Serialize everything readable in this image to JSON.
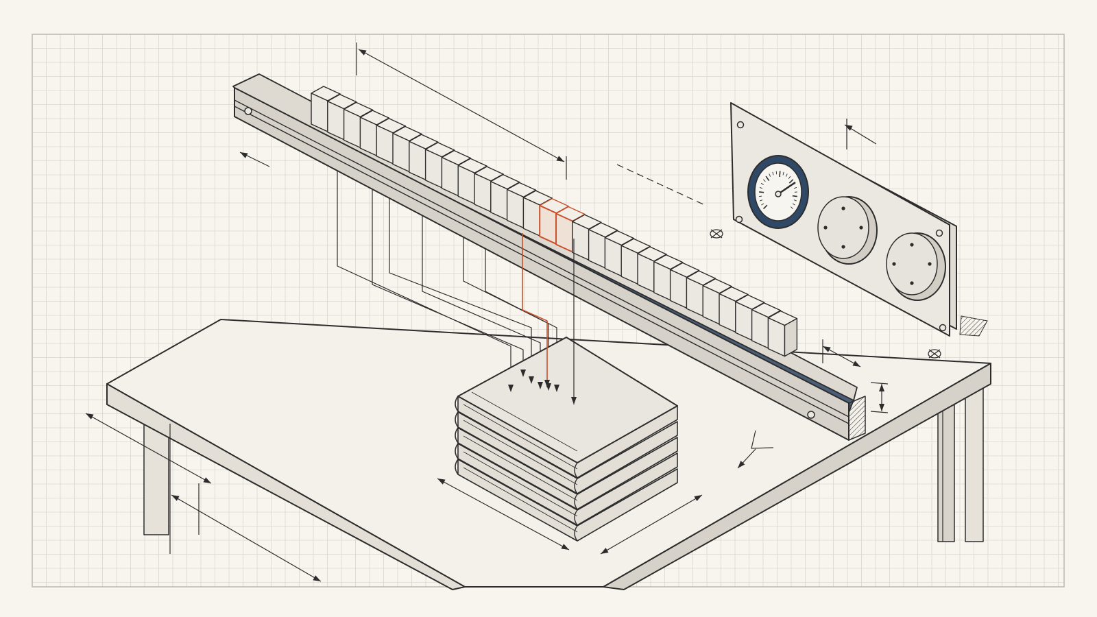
{
  "diagram": {
    "style": "isometric technical line drawing on grid paper",
    "colors": {
      "paper": "#f8f5ee",
      "grid": "#d9d6cf",
      "ink": "#2c2c2c",
      "fill_light": "#ebe8e1",
      "fill_shade": "#d8d4cb",
      "rail_channel": "#4a5e78",
      "highlight": "#c8502a",
      "gauge_ring": "#2f4866"
    },
    "labels": [],
    "components": {
      "rail": {
        "slot_count": 29,
        "highlighted_slots": [
          14,
          15
        ]
      },
      "stack": {
        "layer_count": 5
      },
      "panel": {
        "gauge_count": 1,
        "blank_disc_count": 2
      }
    },
    "icons": [
      "dimension-arrow-icon",
      "datum-target-icon",
      "section-hatch-icon"
    ]
  }
}
